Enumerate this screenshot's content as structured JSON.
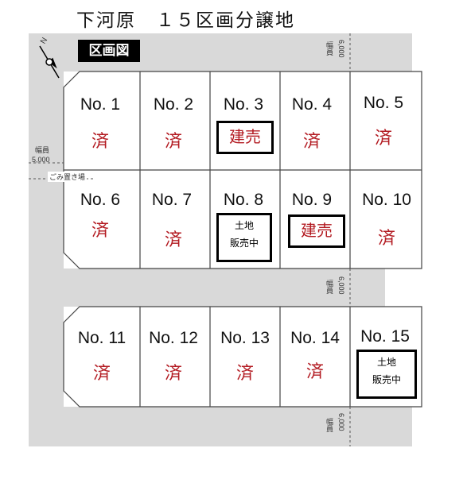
{
  "title": "下河原　１５区画分譲地",
  "map_tag": "区画図",
  "compass_label": "N",
  "roads": {
    "road_width_label": "幅員",
    "width_6000": "6,000",
    "width_5000": "5,000",
    "garbage_spot": "ごみ置き場"
  },
  "lots": [
    {
      "label": "No. 1",
      "status": "済"
    },
    {
      "label": "No. 2",
      "status": "済"
    },
    {
      "label": "No. 3",
      "status": "建売"
    },
    {
      "label": "No. 4",
      "status": "済"
    },
    {
      "label": "No. 5",
      "status": "済"
    },
    {
      "label": "No. 6",
      "status": "済"
    },
    {
      "label": "No. 7",
      "status": "済"
    },
    {
      "label": "No. 8",
      "status_line1": "土地",
      "status_line2": "販売中"
    },
    {
      "label": "No. 9",
      "status": "建売"
    },
    {
      "label": "No. 10",
      "status": "済"
    },
    {
      "label": "No. 11",
      "status": "済"
    },
    {
      "label": "No. 12",
      "status": "済"
    },
    {
      "label": "No. 13",
      "status": "済"
    },
    {
      "label": "No. 14",
      "status": "済"
    },
    {
      "label": "No. 15",
      "status_line1": "土地",
      "status_line2": "販売中"
    }
  ],
  "colors": {
    "sold": "#b31b22",
    "road": "#d9d9d9"
  }
}
